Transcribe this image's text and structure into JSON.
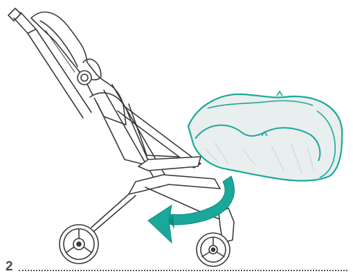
{
  "step": {
    "number": "2"
  },
  "colors": {
    "line": "#3a3a3a",
    "accent_teal": "#1aa89a",
    "accent_teal_dark": "#0f8a7e",
    "mesh_fill": "#e9eeee",
    "background": "#ffffff"
  },
  "illustration": {
    "subject": "stroller-side-view",
    "accessory": "storage-basket",
    "motion": "rotation-arrow"
  }
}
